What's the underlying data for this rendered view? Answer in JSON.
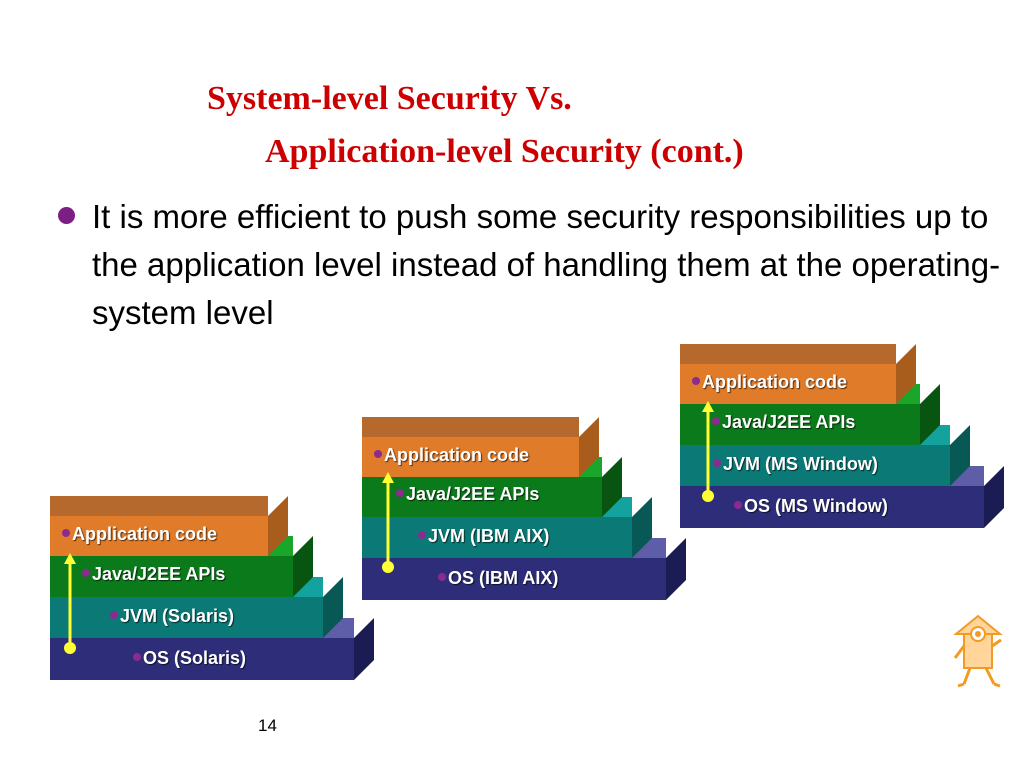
{
  "slide": {
    "title_line1": "System-level Security Vs.",
    "title_line2": "Application-level Security (cont.)",
    "bullet": "It is more efficient to push some security responsibilities up to the application level instead of handling them at the operating-system level",
    "page_number": "14"
  },
  "colors": {
    "title": "#cc0000",
    "bullet": "#7b1f83",
    "app_layer": "#e07b2a",
    "api_layer": "#0b7a1a",
    "jvm_layer": "#0b7a76",
    "os_layer": "#2d2d7a",
    "arrow": "#ffff33"
  },
  "stacks": [
    {
      "name": "solaris",
      "layers": {
        "app": "Application code",
        "api": "Java/J2EE APIs",
        "jvm": "JVM (Solaris)",
        "os": "OS (Solaris)"
      }
    },
    {
      "name": "ibm-aix",
      "layers": {
        "app": "Application code",
        "api": "Java/J2EE APIs",
        "jvm": "JVM (IBM AIX)",
        "os": "OS (IBM AIX)"
      }
    },
    {
      "name": "ms-window",
      "layers": {
        "app": "Application code",
        "api": "Java/J2EE APIs",
        "jvm": "JVM (MS Window)",
        "os": "OS (MS Window)"
      }
    }
  ]
}
